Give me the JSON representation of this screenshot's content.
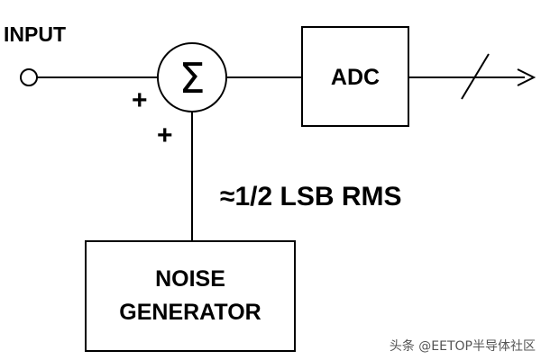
{
  "diagram": {
    "input_label": "INPUT",
    "sum_symbol": "Σ",
    "plus_left": "+",
    "plus_bottom": "+",
    "adc_label": "ADC",
    "noise_amplitude": "≈1/2 LSB RMS",
    "noise_generator_line1": "NOISE",
    "noise_generator_line2": "GENERATOR"
  },
  "watermark": {
    "text": "头条 @EETOP半导体社区"
  },
  "colors": {
    "stroke": "#000000",
    "background": "#ffffff",
    "watermark": "#555555"
  }
}
